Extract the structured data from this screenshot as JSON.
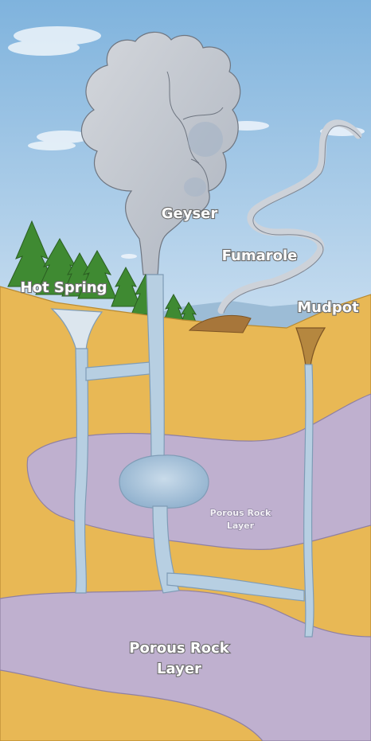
{
  "labels": {
    "geyser": "Geyser",
    "fumarole": "Fumarole",
    "hot_spring": "Hot Spring",
    "mudpot": "Mudpot",
    "porous_rock_small_line1": "Porous Rock",
    "porous_rock_small_line2": "Layer",
    "porous_rock_large_line1": "Porous Rock",
    "porous_rock_large_line2": "Layer"
  },
  "colors": {
    "sky": "#a9cbe6",
    "sand": "#e8b855",
    "porous_rock": "#bfb0cf",
    "water": "#b7cfe2",
    "steam": "#c8ccd2",
    "tree": "#3f8a32",
    "mud": "#a7763a"
  }
}
